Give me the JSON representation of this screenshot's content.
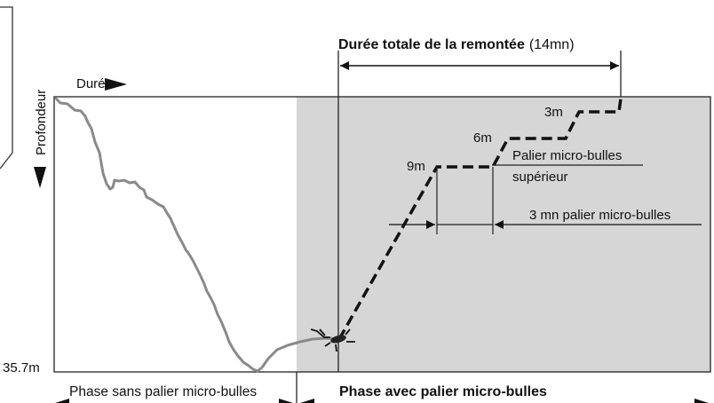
{
  "header": {
    "total_label_bold": "Durée totale de la remontée",
    "total_label_value": "(14mn)"
  },
  "axes": {
    "x_label": "Durée",
    "y_label": "Profondeur",
    "max_depth": "35.7m"
  },
  "stops": {
    "stop_9m": "9m",
    "stop_6m": "6m",
    "stop_3m": "3m"
  },
  "annotations": {
    "upper_stop_line1": "Palier micro-bulles",
    "upper_stop_line2": "supérieur",
    "stop_duration": "3 mn palier micro-bulles"
  },
  "phases": {
    "without_stop": "Phase sans palier micro-bulles",
    "with_stop": "Phase avec palier micro-bulles"
  },
  "colors": {
    "phase_fill": "#d6d6d6",
    "dive_profile": "#8a8a8a",
    "ascent_profile": "#111111"
  },
  "icons": {
    "diver": "diver-icon"
  }
}
